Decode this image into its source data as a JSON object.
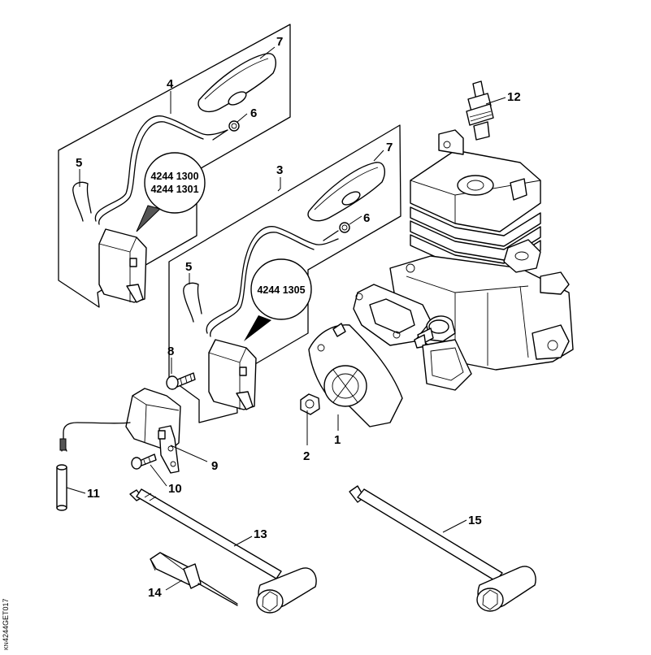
{
  "part_numbers": [
    {
      "id": "1",
      "label": "1"
    },
    {
      "id": "2",
      "label": "2"
    },
    {
      "id": "3",
      "label": "3"
    },
    {
      "id": "4",
      "label": "4"
    },
    {
      "id": "5a",
      "label": "5"
    },
    {
      "id": "5b",
      "label": "5"
    },
    {
      "id": "6a",
      "label": "6"
    },
    {
      "id": "6b",
      "label": "6"
    },
    {
      "id": "7a",
      "label": "7"
    },
    {
      "id": "7b",
      "label": "7"
    },
    {
      "id": "8",
      "label": "8"
    },
    {
      "id": "9",
      "label": "9"
    },
    {
      "id": "10",
      "label": "10"
    },
    {
      "id": "11",
      "label": "11"
    },
    {
      "id": "12",
      "label": "12"
    },
    {
      "id": "13",
      "label": "13"
    },
    {
      "id": "14",
      "label": "14"
    },
    {
      "id": "15",
      "label": "15"
    }
  ],
  "callouts": {
    "top": {
      "line1": "4244 1300",
      "line2": "4244 1301"
    },
    "middle": {
      "line1": "4244 1305"
    }
  },
  "drawing_code": "4244GET017",
  "drawing_code_suffix": "KN"
}
